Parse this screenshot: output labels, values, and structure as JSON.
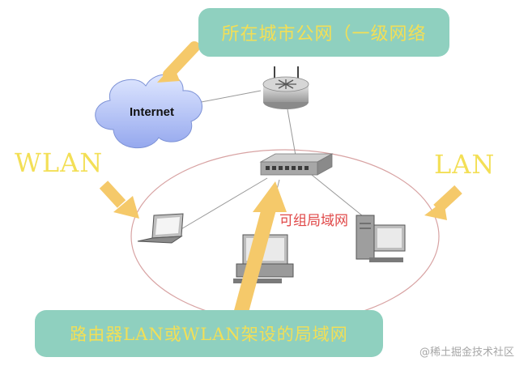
{
  "banners": {
    "top": "所在城市公网（一级网络",
    "bottom": "路由器LAN或WLAN架设的局域网"
  },
  "labels": {
    "internet": "Internet",
    "wlan": "WLAN",
    "lan": "LAN",
    "lan_center": "可组局域网"
  },
  "watermark": "@稀土掘金技术社区",
  "colors": {
    "banner_bg": "#8fd0bf",
    "banner_text": "#f3df56",
    "arrow": "#f5c96a",
    "ellipse": "#e0a0a0",
    "center_text": "#e04848",
    "cloud": "#b9c8f5"
  },
  "icons": [
    "cloud-icon",
    "router-icon",
    "switch-icon",
    "laptop-icon",
    "desktop-icon",
    "server-icon"
  ]
}
